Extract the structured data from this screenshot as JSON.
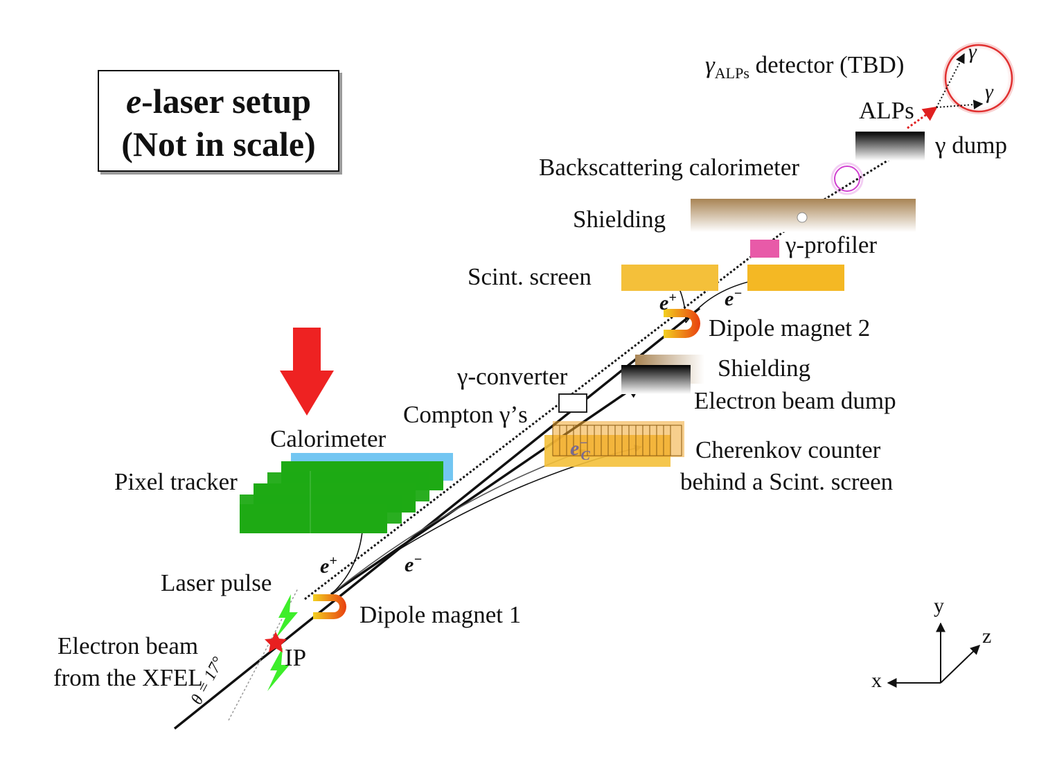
{
  "title": {
    "line1_prefix": "e",
    "line1_suffix": "-laser setup",
    "line2": "(Not in scale)"
  },
  "labels": {
    "gamma_alps_symbol": "γ",
    "gamma_alps_sub": "ALPs",
    "gamma_alps_detector": "detector (TBD)",
    "gamma_top": "γ",
    "gamma_right": "γ",
    "alps": "ALPs",
    "gamma_dump": "γ dump",
    "backscattering_calorimeter": "Backscattering calorimeter",
    "shielding_top": "Shielding",
    "gamma_profiler": "γ-profiler",
    "scint_screen": "Scint. screen",
    "e_plus_top": "e",
    "e_plus_top_sup": "+",
    "e_minus_top": "e",
    "e_minus_top_sup": "−",
    "dipole_magnet_2": "Dipole magnet 2",
    "shielding_mid": "Shielding",
    "gamma_converter": "γ-converter",
    "electron_beam_dump": "Electron beam dump",
    "compton_gammas": "Compton γ’s",
    "cherenkov_line1": "Cherenkov counter",
    "cherenkov_line2": "behind a Scint. screen",
    "e_c": "e",
    "e_c_sup": "−",
    "e_c_sub": "C",
    "calorimeter": "Calorimeter",
    "pixel_tracker": "Pixel tracker",
    "e_plus_low": "e",
    "e_plus_low_sup": "+",
    "e_minus_low": "e",
    "e_minus_low_sup": "−",
    "laser_pulse": "Laser pulse",
    "dipole_magnet_1": "Dipole magnet 1",
    "ip": "IP",
    "electron_beam_line1": "Electron beam",
    "electron_beam_line2": "from the XFEL",
    "theta": "θ = 17°",
    "axis_y": "y",
    "axis_z": "z",
    "axis_x": "x"
  },
  "colors": {
    "calorimeter": "#5bbcf0",
    "pixel_tracker": "#1eaa14",
    "scint_screen": "#f4c03a",
    "cherenkov": "#f0a830",
    "gamma_profiler": "#e85aa8",
    "arrow_red": "#ee2222",
    "laser_green": "#3dee2a",
    "magnet_orange": "#f07818",
    "detector_circle": "#e03030",
    "backscatter_circle": "#d040d0"
  }
}
